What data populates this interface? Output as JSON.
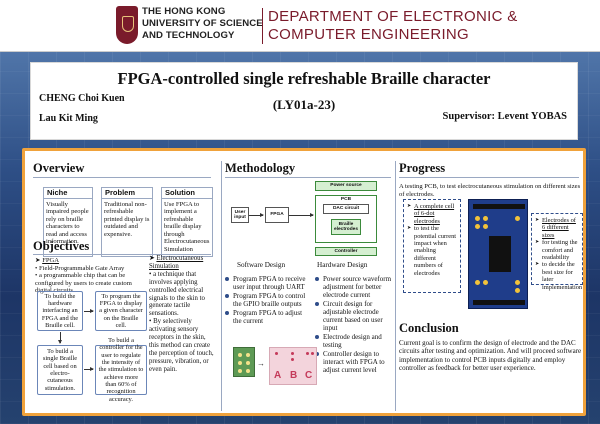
{
  "header": {
    "university_lines": [
      "THE HONG KONG",
      "UNIVERSITY OF SCIENCE",
      "AND TECHNOLOGY"
    ],
    "department_lines": [
      "DEPARTMENT OF ELECTRONIC &",
      "COMPUTER ENGINEERING"
    ]
  },
  "title": {
    "main": "FPGA-controlled single refreshable Braille character",
    "code": "(LY01a-23)",
    "author1": "CHENG Choi Kuen",
    "author2": "Lau Kit Ming",
    "supervisor": "Supervisor: Levent YOBAS"
  },
  "overview": {
    "heading": "Overview",
    "boxes": [
      {
        "title": "Niche",
        "text": "Visually impaired people rely on braille characters to read and access information."
      },
      {
        "title": "Problem",
        "text": "Traditional non-refreshable printed display is outdated and expensive."
      },
      {
        "title": "Solution",
        "text": "Use FPGA to implement a refreshable braille display through Electrocutaneous Simulation"
      }
    ]
  },
  "objectives": {
    "heading": "Objectives",
    "fpga_term": "FPGA",
    "fpga_def1": "Field-Programmable Gate Array",
    "fpga_def2": "a programmable chip that can be configured by users to create custom digital circuits.",
    "es_term": "Electrocutaneous Simulation",
    "es_def": "a technique that involves applying controlled electrical signals to the skin to generate tactile sensations.",
    "es_def2": "By selectively activating sensory receptors in the skin, this method can create the perception of touch, pressure, vibration, or even pain.",
    "boxes": [
      "To build the hardware interfacing an FPGA and the Braille cell.",
      "To program the FPGA to display a given character on the Braille cell.",
      "To build a single Braille cell based on electro-cutaneous stimulation.",
      "To build a controller for the user to regulate the intensity of the stimulation to achieve more than 60% of recognition accuracy."
    ]
  },
  "methodology": {
    "heading": "Methodology",
    "blocks": {
      "user_input": "User input",
      "fpga": "FPGA",
      "power_source": "Power source",
      "pcb": "PCB",
      "dac": "DAC circuit",
      "braille": "Braille electrodes",
      "controller": "Controller"
    },
    "software_caption": "Software Design",
    "hardware_caption": "Hardware Design",
    "software_items": [
      "Program FPGA to receive user input through UART",
      "Program FPGA to control the GPIO braille outputs",
      "Program FPGA to adjust the current"
    ],
    "hardware_items": [
      "Power source waveform adjustment for better electrode current",
      "Circuit design for adjustable electrode current based on user input",
      "Electrode design and testing",
      "Controller design to interact with FPGA to adjust current level"
    ],
    "letters": [
      "A",
      "B",
      "C"
    ]
  },
  "progress": {
    "heading": "Progress",
    "intro": "A testing PCB, to test electrocutaneous stimulation on different sizes of electrodes.",
    "left_items": [
      "A complete cell of 6-dot electrodes",
      "to test the potential current impact when enabling different numbers of electrodes"
    ],
    "right_items": [
      "Electrodes of 6 different sizes",
      "for testing the comfort and readability",
      "to decide the best size for later implementation"
    ]
  },
  "conclusion": {
    "heading": "Conclusion",
    "text": "Current goal is to confirm the design of electrode and the DAC circuits after testing and optimization. And will proceed software implementation to control PCB inputs digitally and employ controller as feedback for better user experience."
  },
  "colors": {
    "accent": "#7a1b2b",
    "panel_border": "#f0a23b",
    "rule": "#9aa8c2"
  }
}
